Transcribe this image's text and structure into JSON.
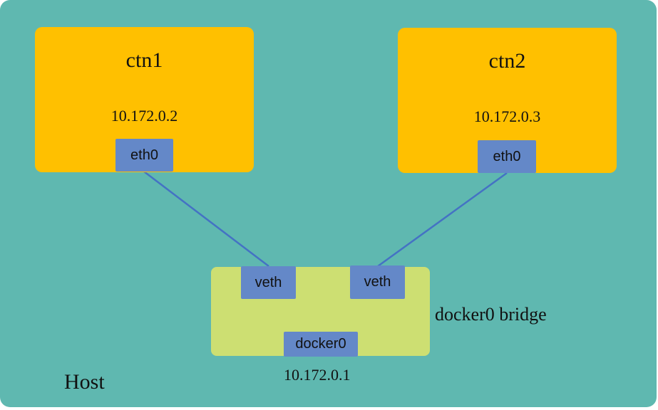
{
  "host": {
    "label": "Host",
    "color": "#5fb8b0"
  },
  "containers": [
    {
      "name": "ctn1",
      "ip": "10.172.0.2",
      "interface": "eth0"
    },
    {
      "name": "ctn2",
      "ip": "10.172.0.3",
      "interface": "eth0"
    }
  ],
  "bridge": {
    "label": "docker0 bridge",
    "interface": "docker0",
    "ip": "10.172.0.1",
    "veths": [
      "veth",
      "veth"
    ]
  },
  "colors": {
    "container": "#ffc000",
    "bridge": "#cddf72",
    "interface": "#6488c8",
    "link": "#4472c4"
  },
  "links": [
    {
      "from": "ctn1.eth0",
      "to": "bridge.veth1"
    },
    {
      "from": "ctn2.eth0",
      "to": "bridge.veth2"
    }
  ]
}
